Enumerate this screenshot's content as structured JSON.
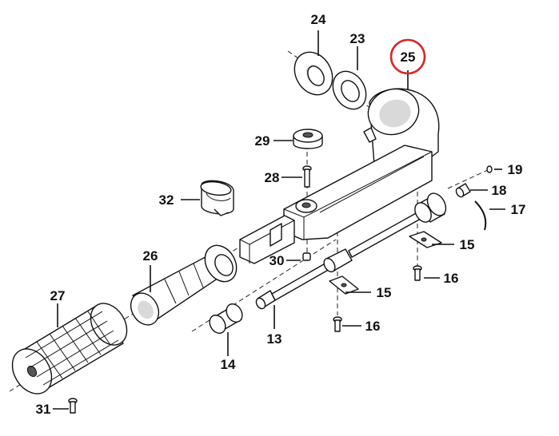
{
  "highlight_color": "#d62828",
  "labels": {
    "p13": "13",
    "p14": "14",
    "p15a": "15",
    "p15b": "15",
    "p16a": "16",
    "p16b": "16",
    "p17": "17",
    "p18": "18",
    "p19": "19",
    "p23": "23",
    "p24": "24",
    "p25": "25",
    "p26": "26",
    "p27": "27",
    "p28": "28",
    "p29": "29",
    "p30": "30",
    "p31": "31",
    "p32": "32"
  }
}
